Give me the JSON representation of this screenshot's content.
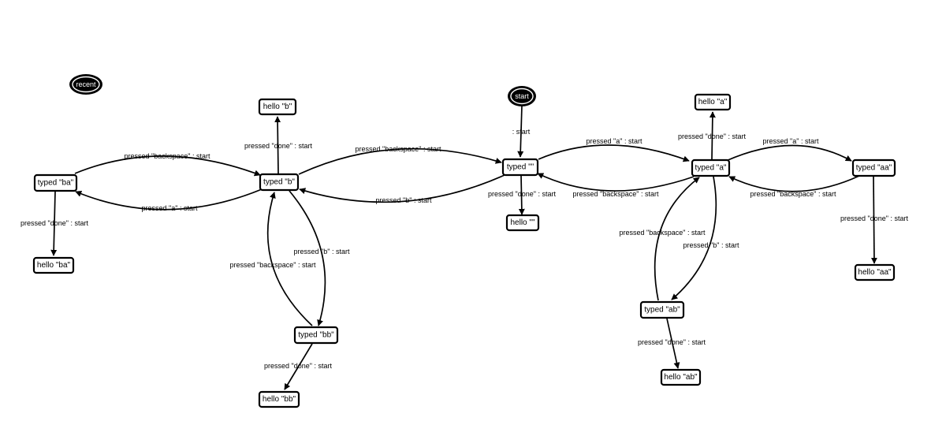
{
  "nodes": {
    "recent": "recent",
    "start": "start",
    "typed_empty": "typed \"\"",
    "hello_empty": "hello \"\"",
    "typed_a": "typed \"a\"",
    "hello_a": "hello \"a\"",
    "typed_aa": "typed \"aa\"",
    "hello_aa": "hello \"aa\"",
    "typed_ab": "typed \"ab\"",
    "hello_ab": "hello \"ab\"",
    "typed_b": "typed \"b\"",
    "hello_b": "hello \"b\"",
    "typed_ba": "typed \"ba\"",
    "hello_ba": "hello \"ba\"",
    "typed_bb": "typed \"bb\"",
    "hello_bb": "hello \"bb\""
  },
  "edges": {
    "start_to_empty": ": start",
    "empty_to_hello": "pressed \"done\" : start",
    "empty_to_a": "pressed \"a\" : start",
    "a_to_empty": "pressed \"backspace\" : start",
    "empty_to_b": "pressed \"b\" : start",
    "b_to_empty": "pressed \"backspace\" : start",
    "a_to_hello": "pressed \"done\" : start",
    "a_to_aa": "pressed \"a\" : start",
    "aa_to_a": "pressed \"backspace\" : start",
    "aa_to_hello": "pressed \"done\" : start",
    "a_to_ab": "pressed \"b\" : start",
    "ab_to_a": "pressed \"backspace\" : start",
    "ab_to_hello": "pressed \"done\" : start",
    "b_to_hello": "pressed \"done\" : start",
    "b_to_ba": "pressed \"a\" : start",
    "ba_to_b": "pressed \"backspace\" : start",
    "ba_to_hello": "pressed \"done\" : start",
    "b_to_bb": "pressed \"b\" : start",
    "bb_to_b": "pressed \"backspace\" : start",
    "bb_to_hello": "pressed \"done\" : start"
  }
}
